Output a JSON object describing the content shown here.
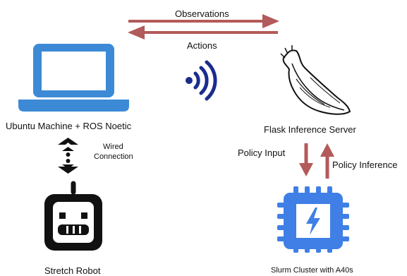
{
  "labels": {
    "observations": "Observations",
    "actions": "Actions",
    "ubuntu_machine": "Ubuntu Machine + ROS Noetic",
    "flask_server": "Flask Inference Server",
    "wired_connection_line1": "Wired",
    "wired_connection_line2": "Connection",
    "policy_input": "Policy Input",
    "policy_inference": "Policy Inference",
    "stretch_robot": "Stretch Robot",
    "slurm_cluster": "Slurm Cluster with A40s"
  },
  "icons": {
    "laptop": "laptop-icon",
    "wireless": "wireless-signal-icon",
    "flask_logo": "flask-horn-logo-icon",
    "robot": "robot-face-icon",
    "chip": "processor-chip-icon",
    "wired": "wired-connection-icon"
  },
  "colors": {
    "arrow_red": "#b35a5a",
    "laptop_blue": "#3c8ad6",
    "wireless_navy": "#1a2d8c",
    "chip_blue": "#3f7fe6",
    "text": "#111111"
  }
}
